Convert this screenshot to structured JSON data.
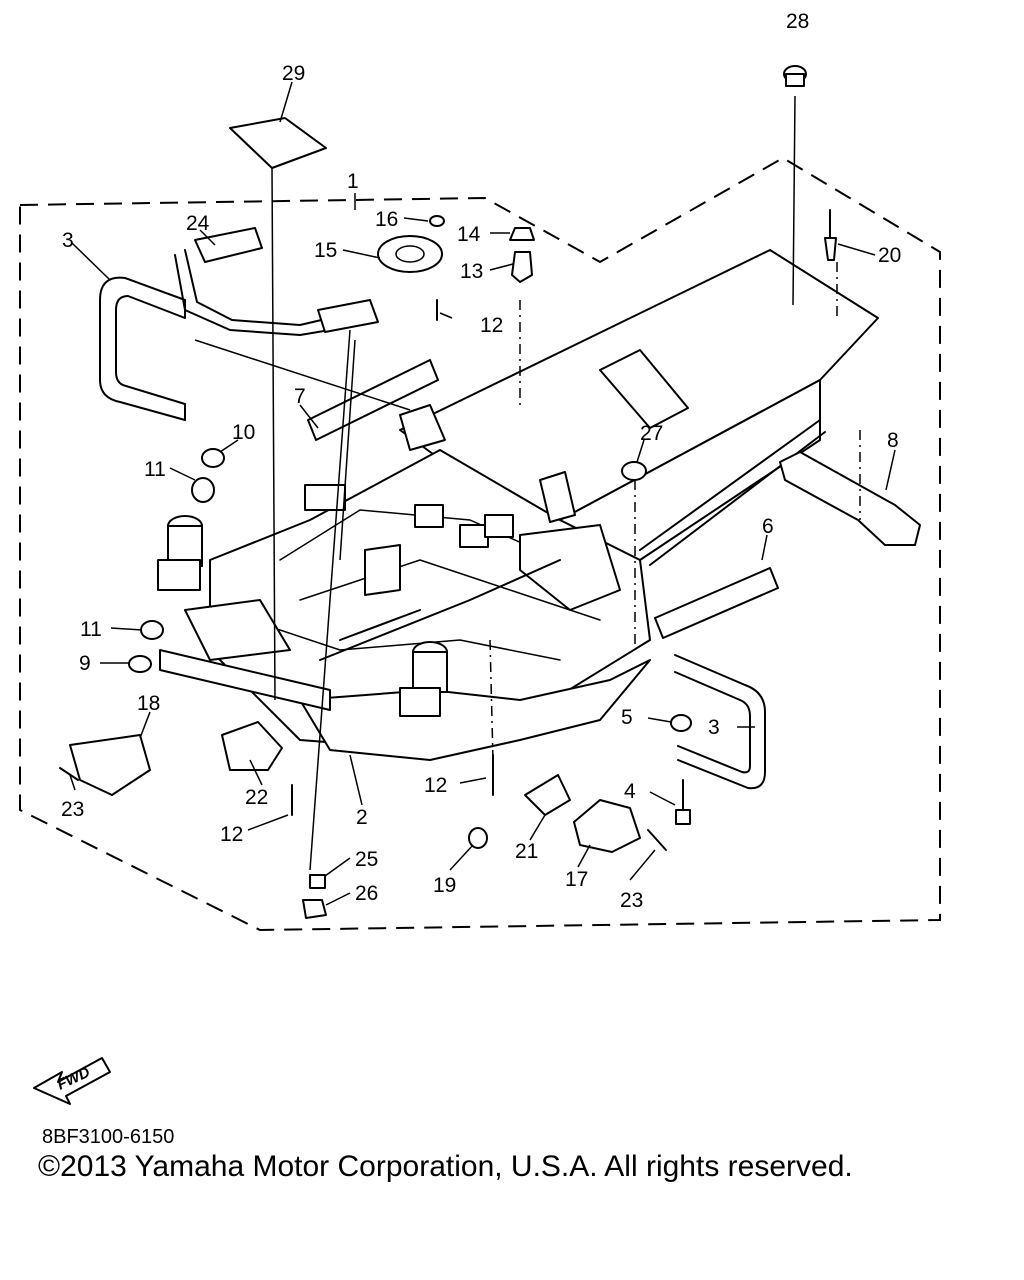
{
  "callouts": {
    "c1": "1",
    "c2": "2",
    "c3a": "3",
    "c3b": "3",
    "c4": "4",
    "c5": "5",
    "c6": "6",
    "c7": "7",
    "c8": "8",
    "c9": "9",
    "c10": "10",
    "c11a": "11",
    "c11b": "11",
    "c12a": "12",
    "c12b": "12",
    "c12c": "12",
    "c13": "13",
    "c14": "14",
    "c15": "15",
    "c16": "16",
    "c17": "17",
    "c18": "18",
    "c19": "19",
    "c20": "20",
    "c21": "21",
    "c22": "22",
    "c23a": "23",
    "c23b": "23",
    "c24": "24",
    "c25": "25",
    "c26": "26",
    "c27": "27",
    "c28": "28",
    "c29": "29"
  },
  "fwd_label": "FWD",
  "part_code": "8BF3100-6150",
  "copyright": "©2013 Yamaha Motor Corporation, U.S.A. All rights reserved.",
  "icons": {
    "forward": "fwd-arrow-icon"
  }
}
